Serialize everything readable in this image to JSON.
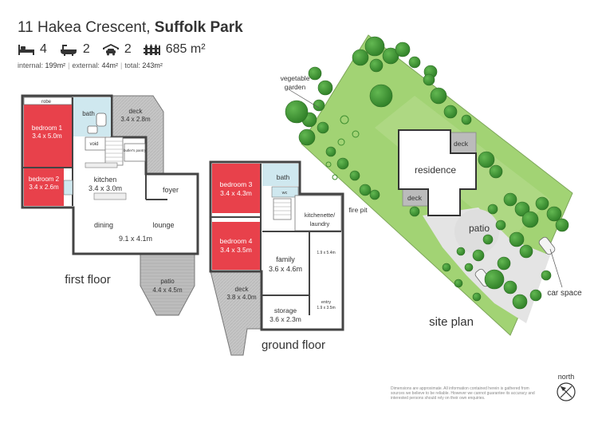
{
  "header": {
    "address": "11 Hakea Crescent,",
    "suburb": "Suffolk Park",
    "beds": "4",
    "baths": "2",
    "cars": "2",
    "land": "685 m²",
    "internal_label": "internal:",
    "internal_value": "199m²",
    "external_label": "external:",
    "external_value": "44m²",
    "total_label": "total:",
    "total_value": "243m²"
  },
  "first_floor": {
    "heading": "first floor",
    "robe": "robe",
    "bedroom1_name": "bedroom 1",
    "bedroom1_size": "3.4 x 5.0m",
    "bedroom2_name": "bedroom 2",
    "bedroom2_size": "3.4 x 2.6m",
    "bath": "bath",
    "void": "void",
    "butlers_pantry": "butler's pantry",
    "kitchen_name": "kitchen",
    "kitchen_size": "3.4 x 3.0m",
    "foyer": "foyer",
    "dining": "dining",
    "lounge": "lounge",
    "living_size": "9.1 x 4.1m",
    "deck_name": "deck",
    "deck_size": "3.4 x 2.8m",
    "patio_name": "patio",
    "patio_size": "4.4 x 4.5m"
  },
  "ground_floor": {
    "heading": "ground floor",
    "bedroom3_name": "bedroom 3",
    "bedroom3_size": "3.4 x 4.3m",
    "bedroom4_name": "bedroom 4",
    "bedroom4_size": "3.4 x 3.5m",
    "bath": "bath",
    "wc": "wc",
    "kitchenette_line1": "kitchenette/",
    "kitchenette_line2": "laundry",
    "family_name": "family",
    "family_size": "3.6 x 4.6m",
    "hall_size": "1.9 x 5.4m",
    "entry_name": "entry",
    "entry_size": "1.9 x 3.5m",
    "storage_name": "storage",
    "storage_size": "3.6 x 2.3m",
    "deck_name": "deck",
    "deck_size": "3.8 x 4.0m"
  },
  "site_plan": {
    "heading": "site plan",
    "vegetable_line1": "vegetable",
    "vegetable_line2": "garden",
    "fire_pit": "fire pit",
    "residence": "residence",
    "deck_top": "deck",
    "deck_left": "deck",
    "patio": "patio",
    "car_space": "car space",
    "north": "north"
  },
  "disclaimer": "Dimensions are approximate. All information contained herein is gathered from sources we believe to be reliable. However we cannot guarantee its accuracy and interested persons should rely on their own enquiries.",
  "colors": {
    "bedroom": "#e8414b",
    "bath": "#cfe8ef",
    "deck": "#c4c4c4",
    "lawn": "#98cf6b",
    "tree": "#3f9a33",
    "wall": "#444444"
  }
}
